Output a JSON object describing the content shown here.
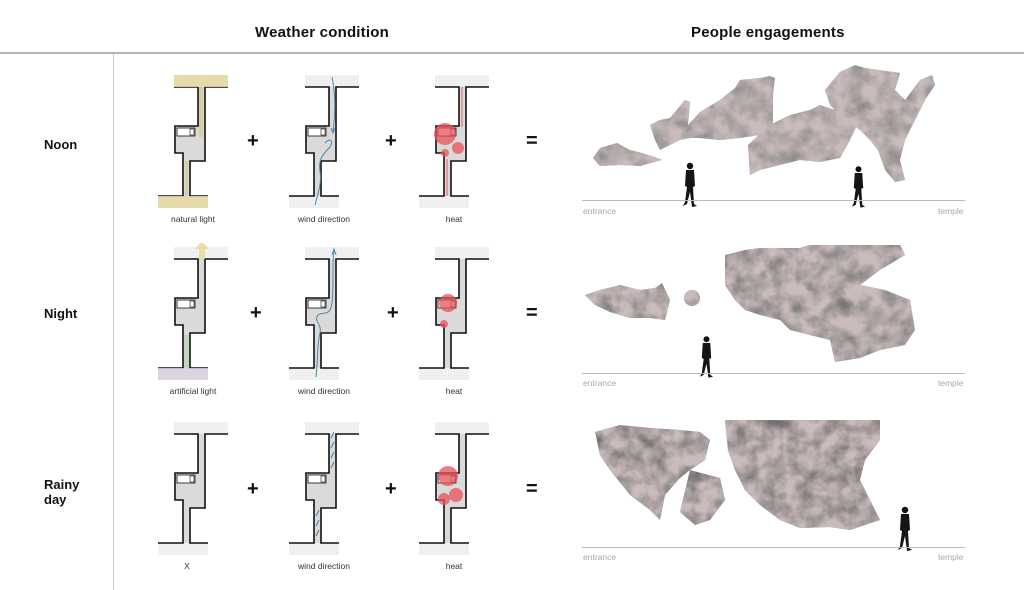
{
  "headers": {
    "weather": "Weather condition",
    "people": "People engagements"
  },
  "operators": {
    "plus": "+",
    "equals": "="
  },
  "rows": [
    {
      "label": "Noon",
      "plans": [
        "natural light",
        "wind direction",
        "heat"
      ],
      "start": "entrance",
      "end": "temple"
    },
    {
      "label": "Night",
      "plans": [
        "artificial light",
        "wind direction",
        "heat"
      ],
      "start": "entrance",
      "end": "temple"
    },
    {
      "label": "Rainy day",
      "plans": [
        "X",
        "wind direction",
        "heat"
      ],
      "start": "entrance",
      "end": "temple"
    }
  ],
  "colors": {
    "natural_light": "#e4d7a0",
    "artificial_light_top": "#e8dca0",
    "artificial_light_bottom": "#d9cfe0",
    "wind": "#4f86a8",
    "heat": "#e8505a",
    "wall": "#111111",
    "floor": "#dcdcdc"
  }
}
